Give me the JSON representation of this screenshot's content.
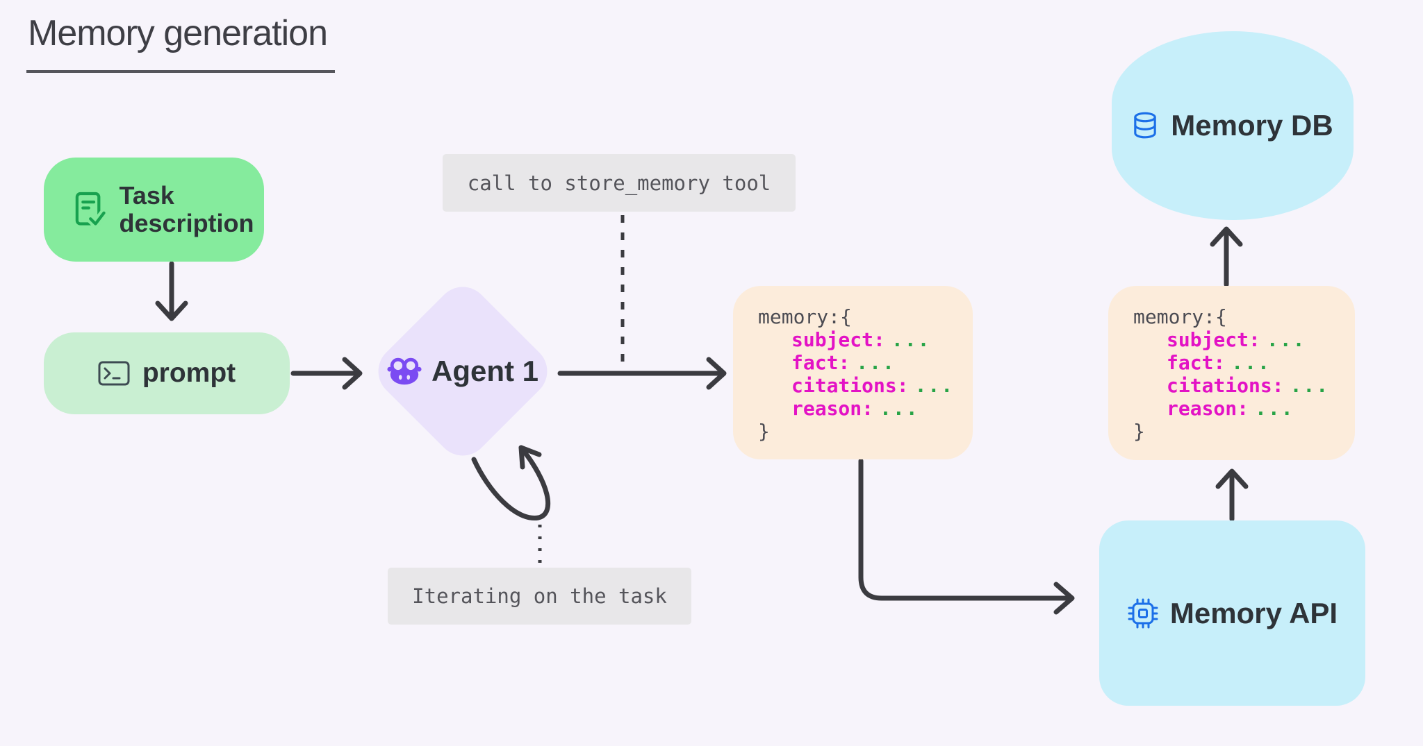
{
  "title": "Memory generation",
  "nodes": {
    "task": {
      "label": "Task description",
      "icon": "document-check-icon"
    },
    "prompt": {
      "label": "prompt",
      "icon": "terminal-icon"
    },
    "agent": {
      "label": "Agent 1",
      "icon": "robot-icon"
    },
    "memory_db": {
      "label": "Memory DB",
      "icon": "database-icon"
    },
    "memory_api": {
      "label": "Memory API",
      "icon": "chip-icon"
    }
  },
  "annotations": {
    "call_tool": "call to store_memory tool",
    "iterating": "Iterating on the task"
  },
  "code": {
    "open": "memory:{",
    "fields": [
      {
        "key": "subject:",
        "value": "..."
      },
      {
        "key": "fact:",
        "value": "..."
      },
      {
        "key": "citations:",
        "value": "..."
      },
      {
        "key": "reason:",
        "value": "..."
      }
    ],
    "close": "}"
  },
  "colors": {
    "background": "#f7f4fb",
    "task_fill": "#85eb9d",
    "task_icon_green": "#18a14f",
    "prompt_fill": "#c9efd2",
    "prompt_icon": "#3d4b52",
    "agent_fill": "#eae2fb",
    "agent_icon_purple": "#7b4bf2",
    "code_fill": "#fcecdb",
    "code_key_magenta": "#e312c5",
    "code_value_green": "#27a346",
    "cyan_fill": "#c7effa",
    "blue_icon": "#1b6fe8",
    "gray_label_fill": "#e8e7e9",
    "arrow": "#3b3b40",
    "text_dark": "#2e3338"
  }
}
